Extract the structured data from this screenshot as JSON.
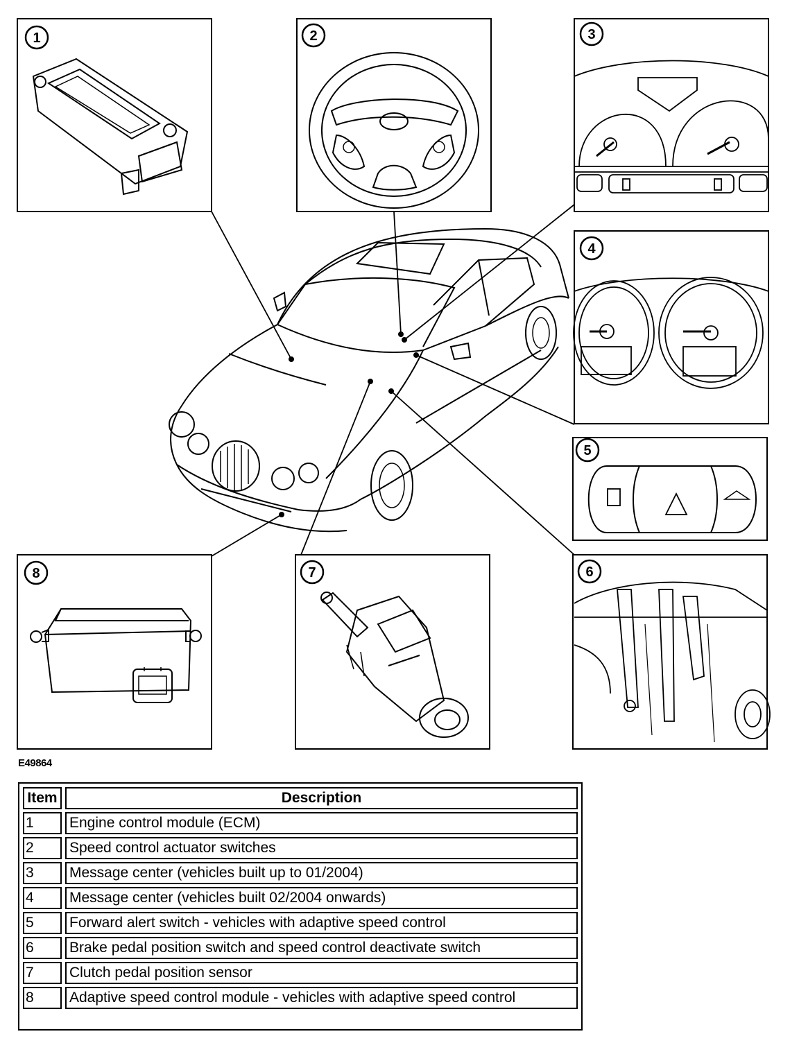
{
  "figure_code": "E49864",
  "callouts": [
    {
      "number": "1"
    },
    {
      "number": "2"
    },
    {
      "number": "3"
    },
    {
      "number": "4"
    },
    {
      "number": "5"
    },
    {
      "number": "6"
    },
    {
      "number": "7"
    },
    {
      "number": "8"
    }
  ],
  "legend": {
    "headers": {
      "item": "Item",
      "description": "Description"
    },
    "rows": [
      {
        "item": "1",
        "description": "Engine control module (ECM)"
      },
      {
        "item": "2",
        "description": "Speed control actuator switches"
      },
      {
        "item": "3",
        "description": "Message center (vehicles built up to 01/2004)"
      },
      {
        "item": "4",
        "description": "Message center (vehicles built 02/2004 onwards)"
      },
      {
        "item": "5",
        "description": "Forward alert switch - vehicles with adaptive speed control"
      },
      {
        "item": "6",
        "description": "Brake pedal position switch and speed control deactivate switch"
      },
      {
        "item": "7",
        "description": "Clutch pedal position sensor"
      },
      {
        "item": "8",
        "description": "Adaptive speed control module - vehicles with adaptive speed control"
      }
    ]
  }
}
